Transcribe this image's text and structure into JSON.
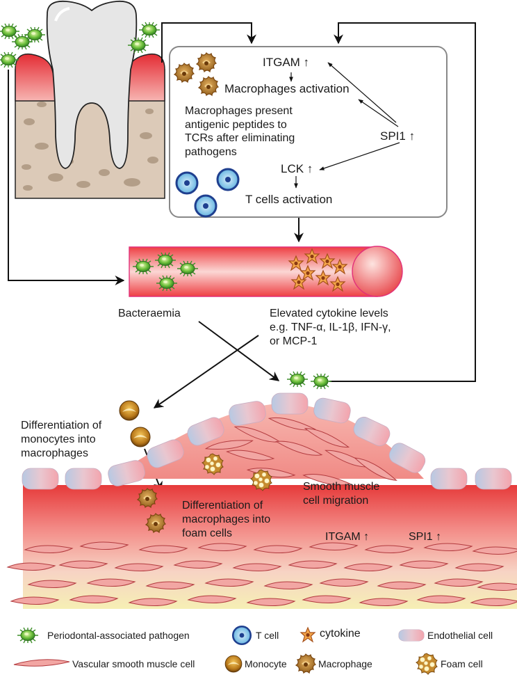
{
  "panel_labels": {
    "itgam_top": "ITGAM ↑",
    "macrophage_activation": "Macrophages activation",
    "present_text": "Macrophages present\nantigenic peptides to\nTCRs after eliminating\npathogens",
    "spi1_top": "SPI1 ↑",
    "lck": "LCK ↑",
    "tcell_activation": "T cells activation"
  },
  "vessel_labels": {
    "bacteraemia": "Bacteraemia",
    "cytokines": "Elevated cytokine levels\ne.g. TNF-α, IL-1β, IFN-γ,\nor MCP-1"
  },
  "plaque_labels": {
    "monocyte_diff": "Differentiation of\nmonocytes into\nmacrophages",
    "foam_diff": "Differentiation of\nmacrophages into\nfoam cells",
    "smc_migration": "Smooth muscle\ncell migration",
    "itgam_bottom": "ITGAM ↑",
    "spi1_bottom": "SPI1 ↑"
  },
  "legend": {
    "pathogen": "Periodontal-associated pathogen",
    "tcell": "T cell",
    "cytokine": "cytokine",
    "endothelial": "Endothelial cell",
    "vsmc": "Vascular smooth muscle cell",
    "monocyte": "Monocyte",
    "macrophage": "Macrophage",
    "foam": "Foam cell"
  },
  "colors": {
    "gum": "#e8464a",
    "bone": "#d9c7b5",
    "pathogen": "#4caf50",
    "tcell": "#1f6fb3",
    "cytokine": "#e88a2a",
    "vessel": "#e85a5e",
    "monocyte": "#b8860b",
    "endothelial": "#a7bdd8"
  }
}
